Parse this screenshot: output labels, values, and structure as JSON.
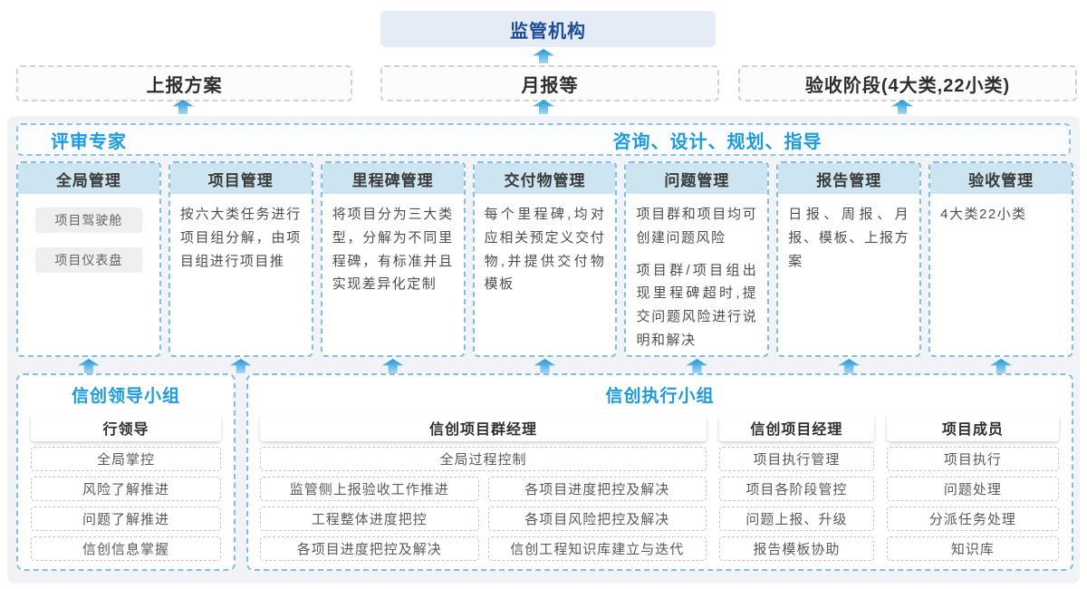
{
  "top": {
    "regulator_label": "监管机构",
    "reports": [
      {
        "label": "上报方案"
      },
      {
        "label": "月报等"
      },
      {
        "label": "验收阶段(4大类,22小类)"
      }
    ]
  },
  "platform": {
    "experts_label": "评审专家",
    "services_label": "咨询、设计、规划、指导",
    "columns": [
      {
        "title": "全局管理",
        "pills": {
          "0": "项目驾驶舱",
          "1": "项目仪表盘"
        }
      },
      {
        "title": "项目管理",
        "p1": "按六大类任务进行项目组分解，由项目组进行项目推"
      },
      {
        "title": "里程碑管理",
        "p1": "将项目分为三大类型，分解为不同里程碑，有标准并且实现差异化定制"
      },
      {
        "title": "交付物管理",
        "p1": "每个里程碑,均对应相关预定义交付物,并提供交付物模板"
      },
      {
        "title": "问题管理",
        "p1": "项目群和项目均可创建问题风险",
        "p2": "项目群/项目组出现里程碑超时,提交问题风险进行说明和解决"
      },
      {
        "title": "报告管理",
        "p1": "日报、周报、月报、模板、上报方案"
      },
      {
        "title": "验收管理",
        "p1": "4大类22小类"
      }
    ]
  },
  "groups": {
    "leader": {
      "title": "信创领导小组",
      "role": "行领导",
      "items": {
        "0": "全局掌控",
        "1": "风险了解推进",
        "2": "问题了解推进",
        "3": "信创信息掌握"
      }
    },
    "exec": {
      "title": "信创执行小组",
      "program_manager": {
        "role": "信创项目群经理",
        "full_item": "全局过程控制",
        "left_items": {
          "0": "监管侧上报验收工作推进",
          "1": "工程整体进度把控",
          "2": "各项目进度把控及解决"
        },
        "right_items": {
          "0": "各项目进度把控及解决",
          "1": "各项目风险把控及解决",
          "2": "信创工程知识库建立与迭代"
        }
      },
      "project_manager": {
        "role": "信创项目经理",
        "items": {
          "0": "项目执行管理",
          "1": "项目各阶段管控",
          "2": "问题上报、升级",
          "3": "报告模板协助"
        }
      },
      "member": {
        "role": "项目成员",
        "items": {
          "0": "项目执行",
          "1": "问题处理",
          "2": "分派任务处理",
          "3": "知识库"
        }
      }
    }
  },
  "colors": {
    "accent_blue": "#1b9ce2",
    "regulator_text": "#1c4c9c",
    "column_header_bg": "#cde4f1",
    "dashed_blue_border": "#7fc0ea",
    "panel_bg": "#f1f3f6",
    "arrow_gradient_top": "#1f96d6",
    "arrow_gradient_bottom": "#a6d8f3"
  }
}
